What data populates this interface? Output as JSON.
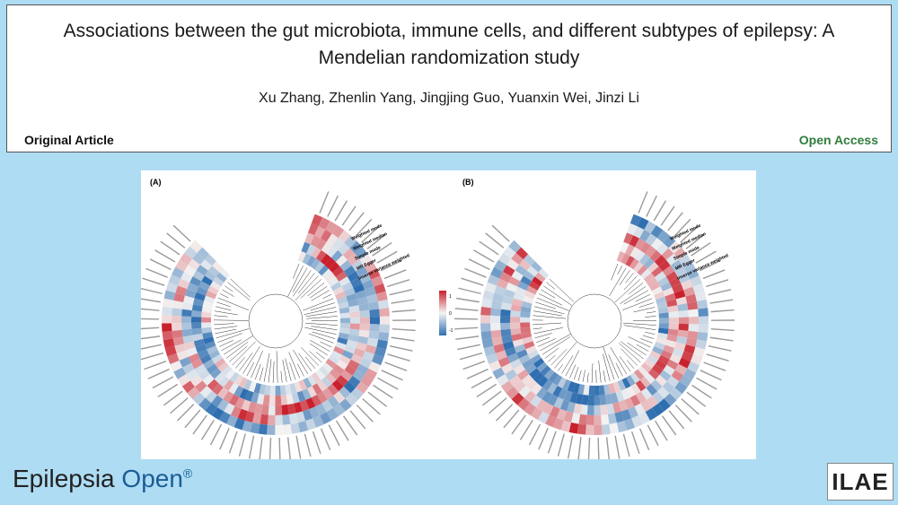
{
  "header": {
    "title": "Associations between the gut microbiota, immune cells, and different subtypes of epilepsy: A Mendelian randomization study",
    "authors": "Xu Zhang, Zhenlin Yang, Jingjing Guo, Yuanxin Wei, Jinzi Li",
    "article_type": "Original Article",
    "access": "Open Access"
  },
  "figure": {
    "panel_a": "(A)",
    "panel_b": "(B)",
    "ring_labels": [
      "Weighted mode",
      "Weighted median",
      "Simple mode",
      "MR Egger",
      "Inverse variance weighted"
    ],
    "legend": {
      "max": "1",
      "mid": "0",
      "min": "-1"
    }
  },
  "footer": {
    "journal_name": "Epilepsia",
    "journal_open": "Open",
    "registered": "®",
    "logo_text": "ILAE"
  },
  "colors": {
    "background": "#aedcf3",
    "open_access": "#2f7d3b",
    "brand_blue": "#1c5d96",
    "heat_high": "#c8202c",
    "heat_low": "#2f6fb0"
  }
}
